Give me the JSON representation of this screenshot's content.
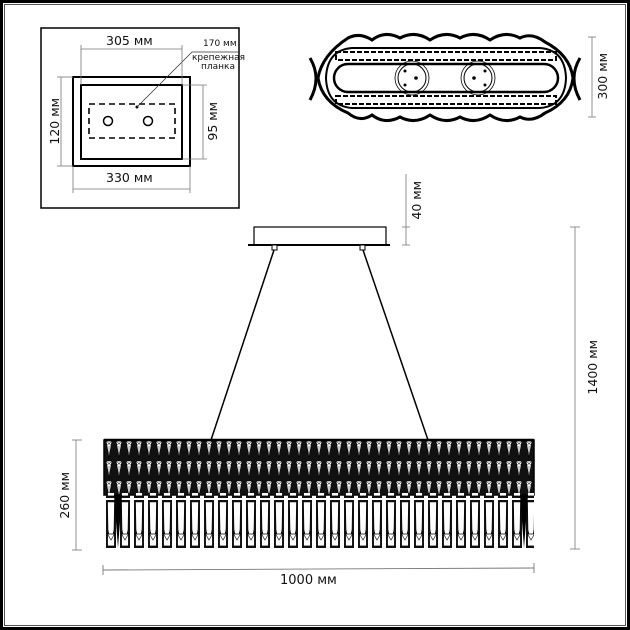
{
  "drawing": {
    "type": "technical-dimension-drawing",
    "subject": "rectangular crystal pendant chandelier"
  },
  "mounting_plate": {
    "outer_width": "330 мм",
    "inner_width": "305 мм",
    "outer_height": "120 мм",
    "inner_height": "95 мм",
    "bracket_length": "170 мм",
    "bracket_label_line1": "крепежная",
    "bracket_label_line2": "планка"
  },
  "top_view": {
    "depth": "300 мм"
  },
  "side_view": {
    "canopy_height": "40 мм",
    "total_height": "1400 мм",
    "body_height": "260 мм",
    "body_width": "1000 мм"
  },
  "colors": {
    "line": "#000000",
    "dimension_line": "#666666",
    "background": "#ffffff"
  }
}
